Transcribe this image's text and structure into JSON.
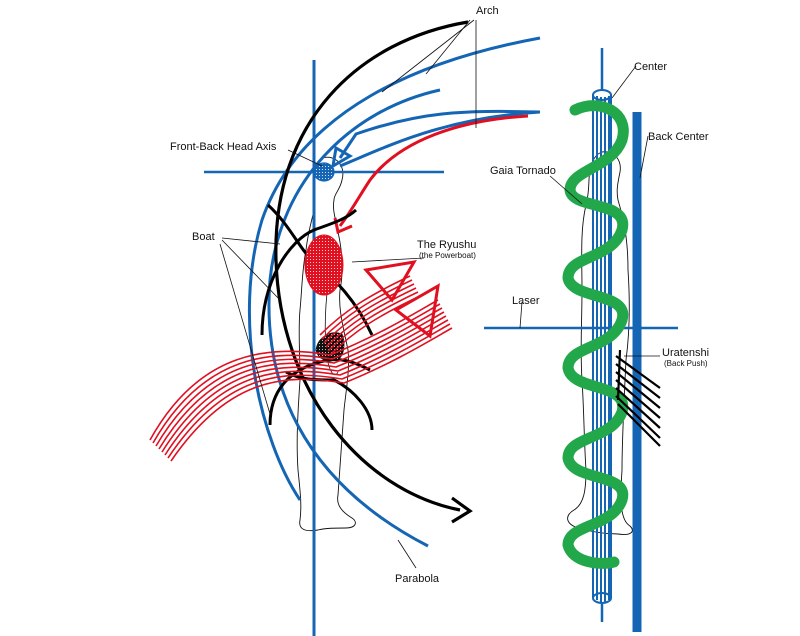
{
  "labels": {
    "arch": "Arch",
    "front_back_head_axis": "Front-Back Head Axis",
    "boat": "Boat",
    "ryushu": "The Ryushu",
    "ryushu_sub": "(the Powerboat)",
    "parabola": "Parabola",
    "center": "Center",
    "back_center": "Back Center",
    "gaia_tornado": "Gaia Tornado",
    "laser": "Laser",
    "uratenshi": "Uratenshi",
    "uratenshi_sub": "(Back Push)"
  },
  "colors": {
    "blue": "#1565b5",
    "red": "#e01020",
    "green": "#22a84a",
    "black": "#000000"
  }
}
